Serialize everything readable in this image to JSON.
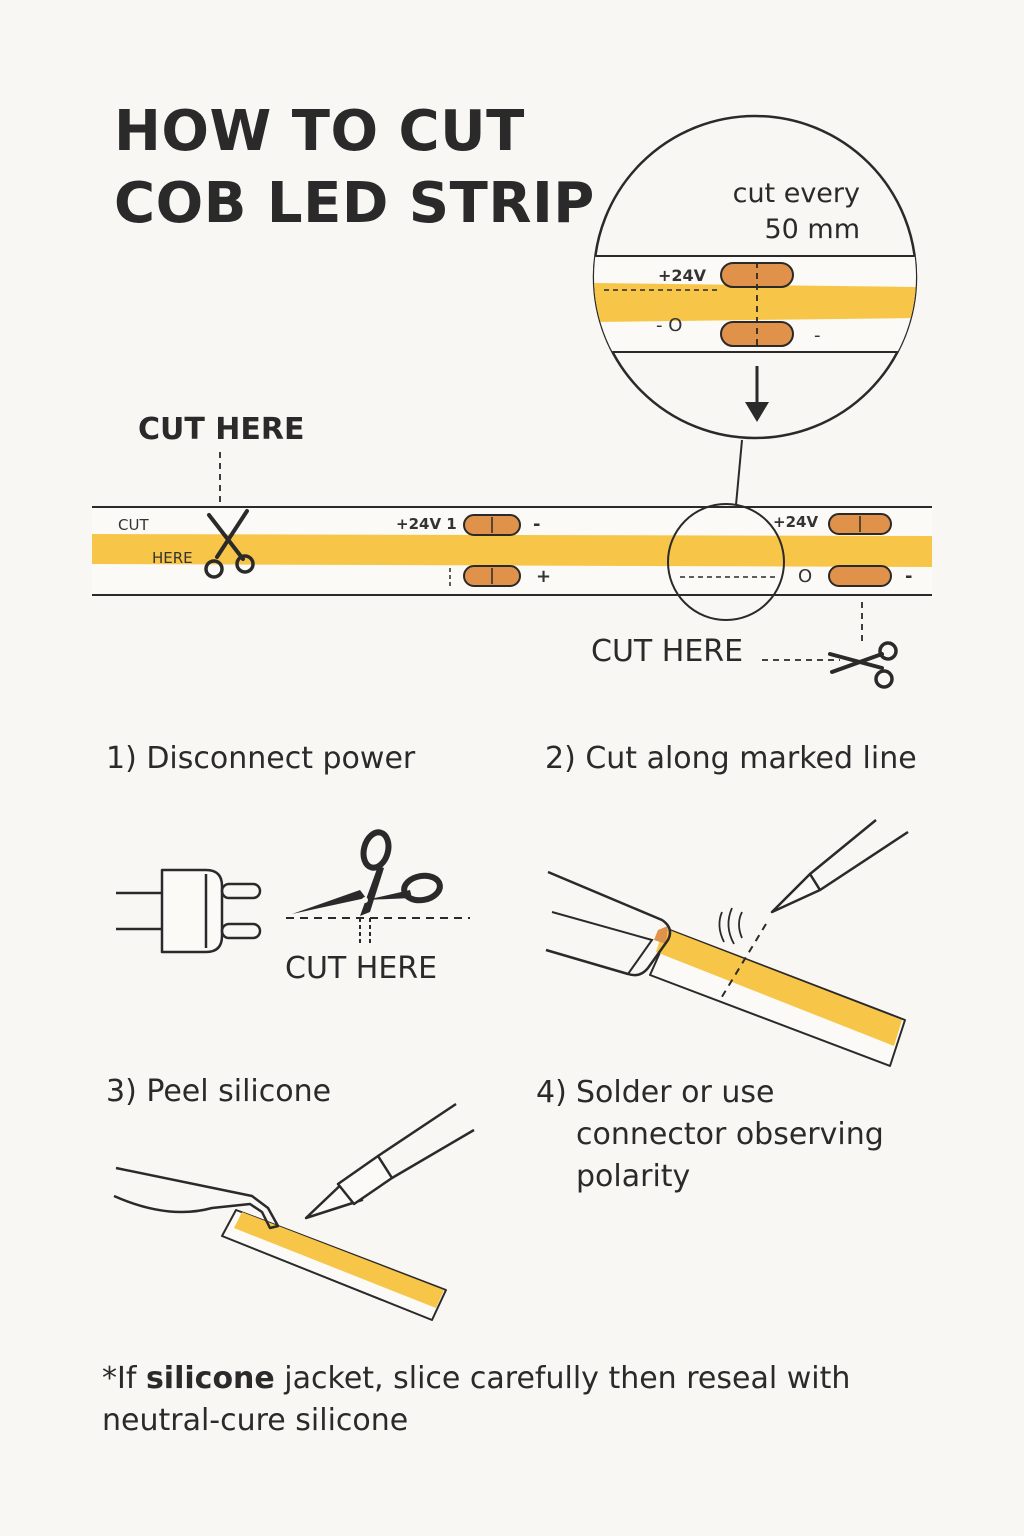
{
  "title": {
    "line1": "HOW TO CUT",
    "line2": "COB LED STRIP"
  },
  "zoom": {
    "note_line1": "cut every",
    "note_line2": "50 mm",
    "pad_top_label": "+24V",
    "pad_bottom_label": "- O",
    "pad_bottom_right": "-"
  },
  "strip": {
    "cut_label": "CUT",
    "here_label": "HERE",
    "pad1_top_label": "+24V 1",
    "pad1_top_sign": "-",
    "pad1_bottom_sign": "+",
    "pad2_top_label": "+24V",
    "pad2_bottom_o": "O",
    "pad2_bottom_sign": "-"
  },
  "callouts": {
    "cut_here_top": "CUT HERE",
    "cut_here_right": "CUT HERE",
    "cut_here_step1": "CUT HERE"
  },
  "steps": [
    {
      "label": "1) Disconnect power"
    },
    {
      "label": "2) Cut along marked line"
    },
    {
      "label": "3) Peel silicone"
    },
    {
      "num": "4)",
      "label": "Solder or use connector observing polarity"
    }
  ],
  "footnote": {
    "prefix": "*If ",
    "emphasis": "silicone",
    "rest": " jacket, slice carefully then reseal with neutral-cure silicone"
  },
  "colors": {
    "background": "#f8f7f3",
    "led_yellow": "#f7c548",
    "copper_pad": "#e0914a",
    "ink": "#2a2a2a"
  }
}
